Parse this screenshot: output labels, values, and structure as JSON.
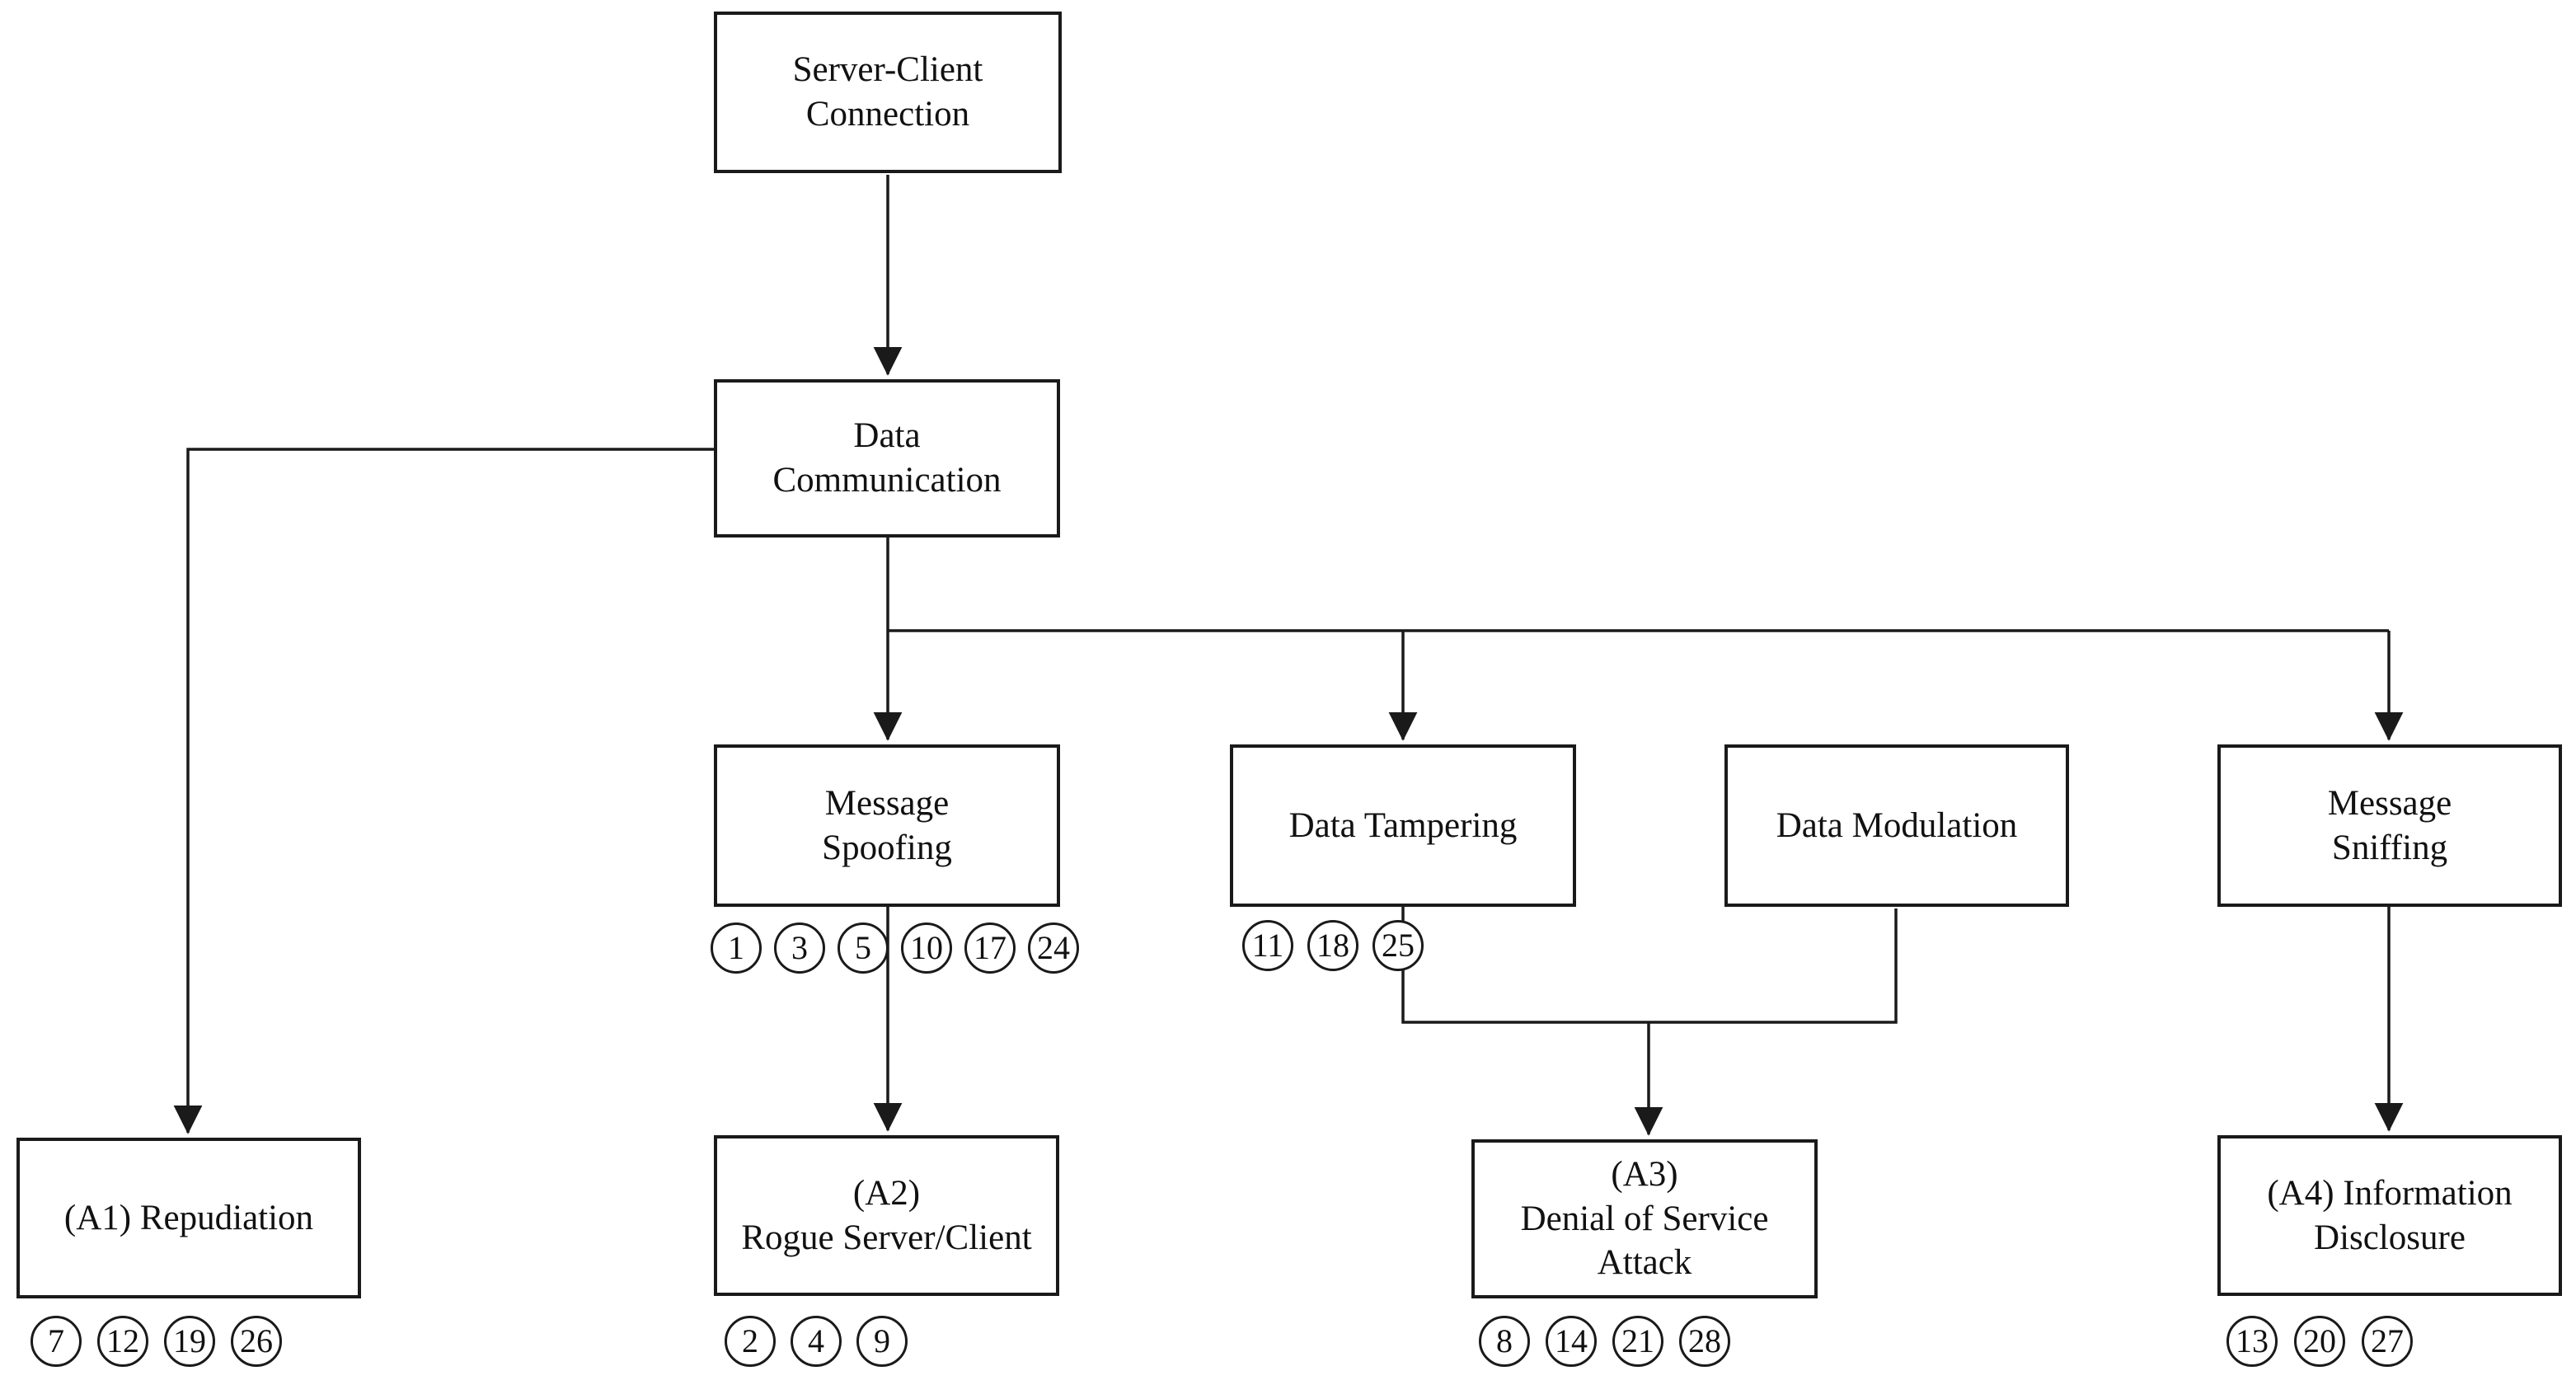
{
  "diagram": {
    "colors": {
      "line": "#1a1a1a",
      "background": "#ffffff"
    },
    "nodes": {
      "server_client": {
        "label": "Server-Client\nConnection"
      },
      "data_comm": {
        "label": "Data\nCommunication"
      },
      "msg_spoofing": {
        "label": "Message\nSpoofing",
        "refs": [
          "1",
          "3",
          "5",
          "10",
          "17",
          "24"
        ]
      },
      "data_tampering": {
        "label": "Data Tampering",
        "refs": [
          "11",
          "18",
          "25"
        ]
      },
      "data_modulation": {
        "label": "Data Modulation"
      },
      "msg_sniffing": {
        "label": "Message\nSniffing",
        "refs": [
          "13",
          "20",
          "27"
        ]
      },
      "a1": {
        "label": "(A1) Repudiation",
        "refs": [
          "7",
          "12",
          "19",
          "26"
        ]
      },
      "a2": {
        "label": "(A2)\nRogue Server/Client",
        "refs": [
          "2",
          "4",
          "9"
        ]
      },
      "a3": {
        "label": "(A3)\nDenial of Service\nAttack",
        "refs": [
          "8",
          "14",
          "21",
          "28"
        ]
      },
      "a4": {
        "label": "(A4) Information\nDisclosure"
      }
    }
  }
}
